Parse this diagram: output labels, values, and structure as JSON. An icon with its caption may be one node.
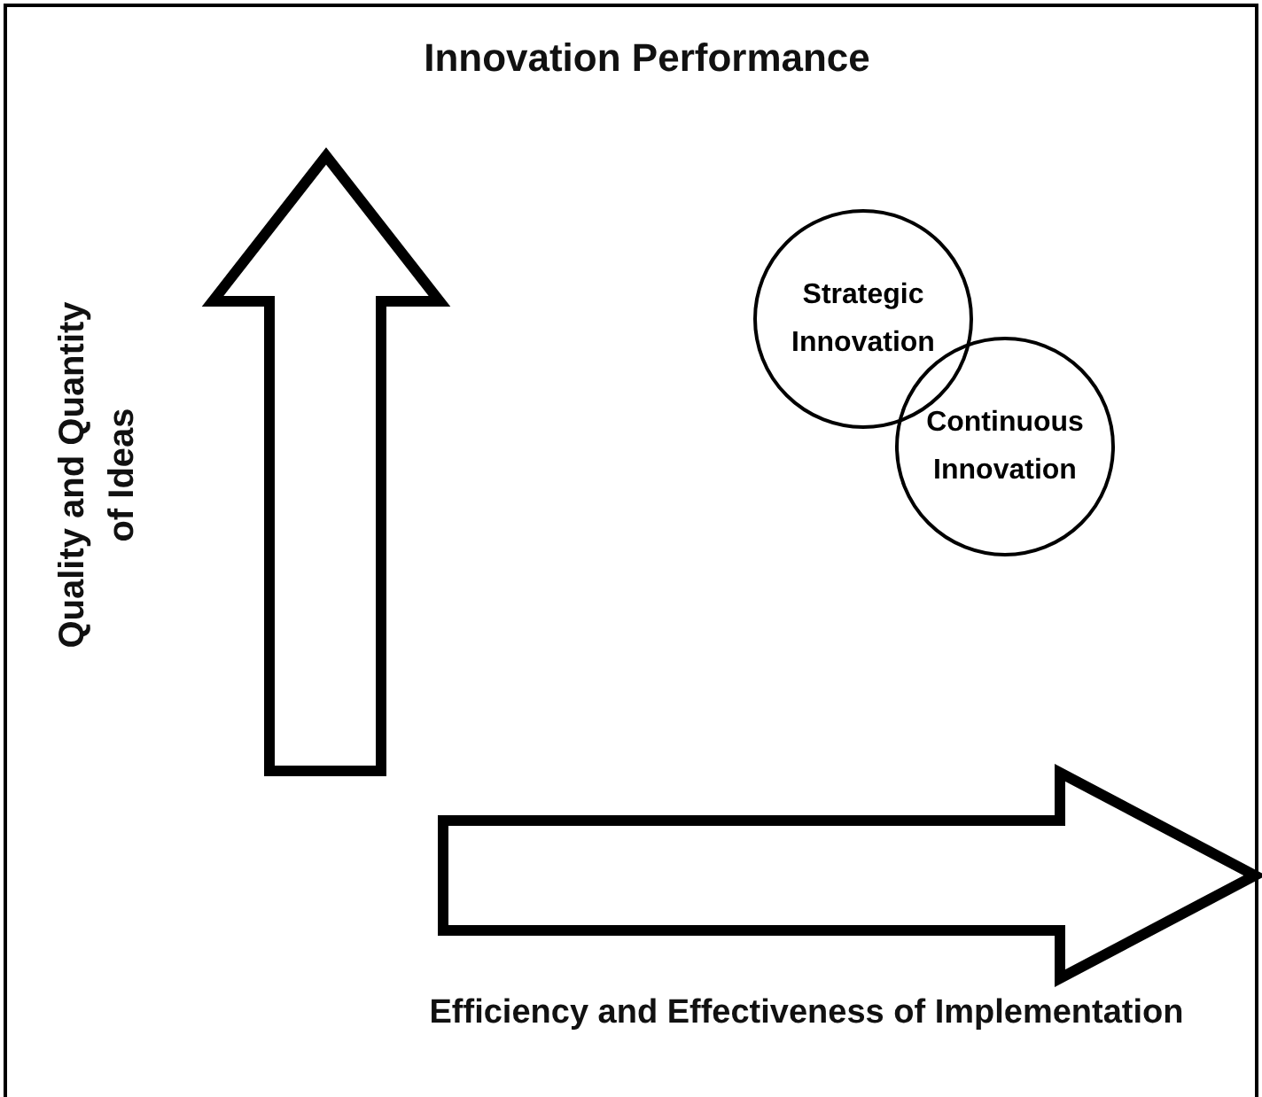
{
  "diagram": {
    "title": "Innovation Performance",
    "nodes": [
      {
        "text": [
          "Strategic Innovation"
        ]
      },
      {
        "text": [
          "Continuous Innovation"
        ]
      }
    ],
    "labels": [
      "Quality and Quantity of Ideas",
      "Efficiency and Effectiveness of Implementation"
    ]
  }
}
